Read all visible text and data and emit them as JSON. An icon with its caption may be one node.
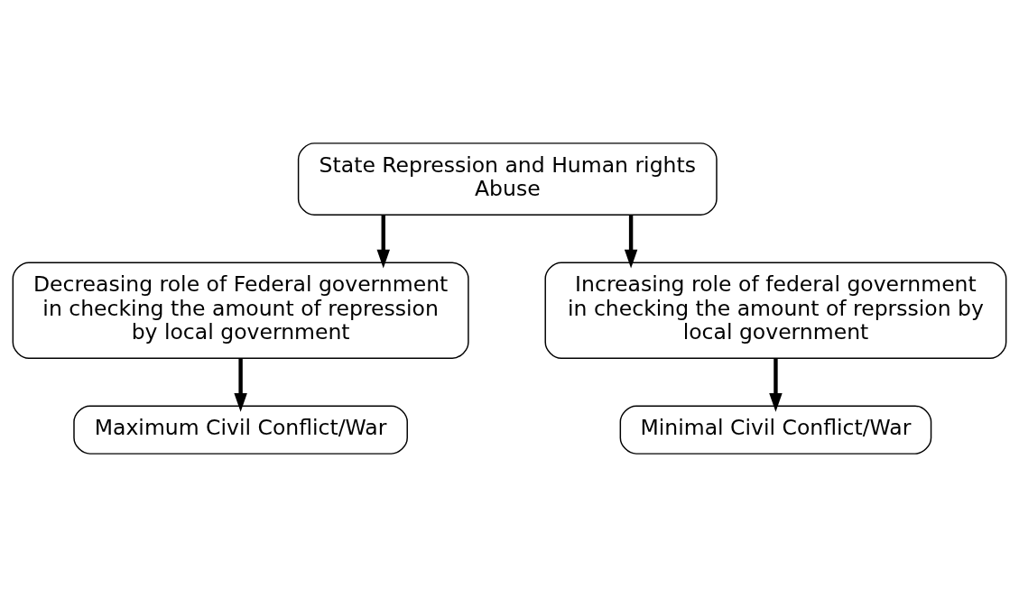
{
  "diagram": {
    "nodes": [
      {
        "text": [
          "State Repression and Human rights Abuse"
        ]
      },
      {
        "text": [
          "Decreasing role of Federal government in checking the amount of repression by local government"
        ]
      },
      {
        "text": [
          "Increasing role of federal government in checking the amount of reprssion by local government"
        ]
      },
      {
        "text": [
          "Maximum Civil Conflict/War"
        ]
      },
      {
        "text": [
          "Minimal Civil Conflict/War"
        ]
      }
    ],
    "edges": [
      {
        "from": 0,
        "to": 1,
        "arrow": "to"
      },
      {
        "from": 0,
        "to": 2,
        "arrow": "to"
      },
      {
        "from": 1,
        "to": 3,
        "arrow": "to"
      },
      {
        "from": 2,
        "to": 4,
        "arrow": "to"
      }
    ]
  }
}
